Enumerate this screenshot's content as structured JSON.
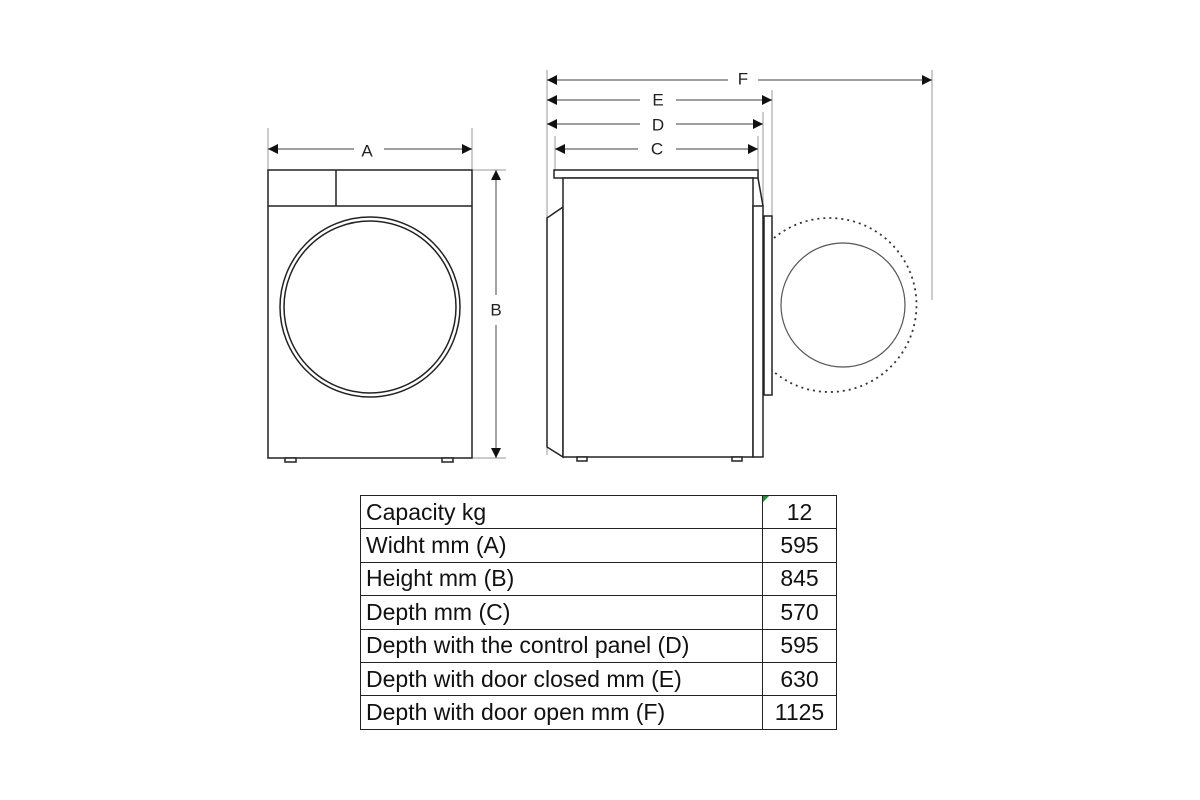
{
  "dimension_labels": {
    "A": "A",
    "B": "B",
    "C": "C",
    "D": "D",
    "E": "E",
    "F": "F"
  },
  "specs": [
    {
      "label": "Capacity kg",
      "value": "12"
    },
    {
      "label": "Widht mm (A)",
      "value": "595"
    },
    {
      "label": "Height mm (B)",
      "value": "845"
    },
    {
      "label": "Depth mm (C)",
      "value": "570"
    },
    {
      "label": "Depth with the control panel (D)",
      "value": "595"
    },
    {
      "label": "Depth with door closed mm (E)",
      "value": "630"
    },
    {
      "label": "Depth with door open mm (F)",
      "value": "1125"
    }
  ]
}
